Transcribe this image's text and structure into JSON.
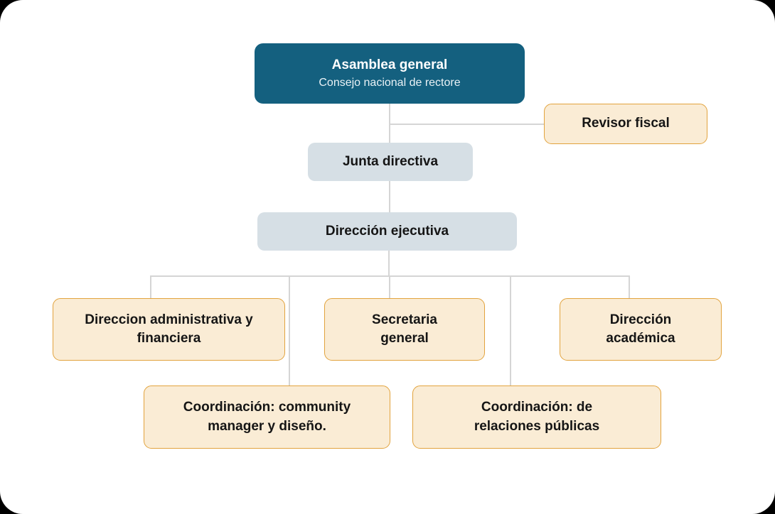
{
  "diagram": {
    "type": "org-chart",
    "nodes": {
      "asamblea": {
        "title": "Asamblea general",
        "subtitle": "Consejo nacional de rectore"
      },
      "revisor": {
        "title": "Revisor fiscal"
      },
      "junta": {
        "title": "Junta directiva"
      },
      "ejecutiva": {
        "title": "Dirección ejecutiva"
      },
      "administrativa": {
        "title": "Direccion administrativa y financiera"
      },
      "secretaria": {
        "title": "Secretaria general"
      },
      "academica": {
        "title": "Dirección académica"
      },
      "coordinacion_community": {
        "title": "Coordinación: community manager y diseño."
      },
      "coordinacion_relaciones": {
        "title": "Coordinación: de relaciones públicas"
      }
    },
    "edges": [
      {
        "from": "asamblea",
        "to": "revisor"
      },
      {
        "from": "asamblea",
        "to": "junta"
      },
      {
        "from": "junta",
        "to": "ejecutiva"
      },
      {
        "from": "ejecutiva",
        "to": "administrativa"
      },
      {
        "from": "ejecutiva",
        "to": "secretaria"
      },
      {
        "from": "ejecutiva",
        "to": "academica"
      },
      {
        "from": "ejecutiva",
        "to": "coordinacion_community"
      },
      {
        "from": "ejecutiva",
        "to": "coordinacion_relaciones"
      }
    ]
  },
  "colors": {
    "page_background": "#000000",
    "card_background": "#ffffff",
    "primary_node_fill": "#14607f",
    "primary_node_text": "#ffffff",
    "secondary_node_fill": "#d6dfe5",
    "accent_node_fill": "#faecd5",
    "accent_node_border": "#e2a33d",
    "connector_line": "#d5d5d5",
    "node_text": "#151515"
  }
}
